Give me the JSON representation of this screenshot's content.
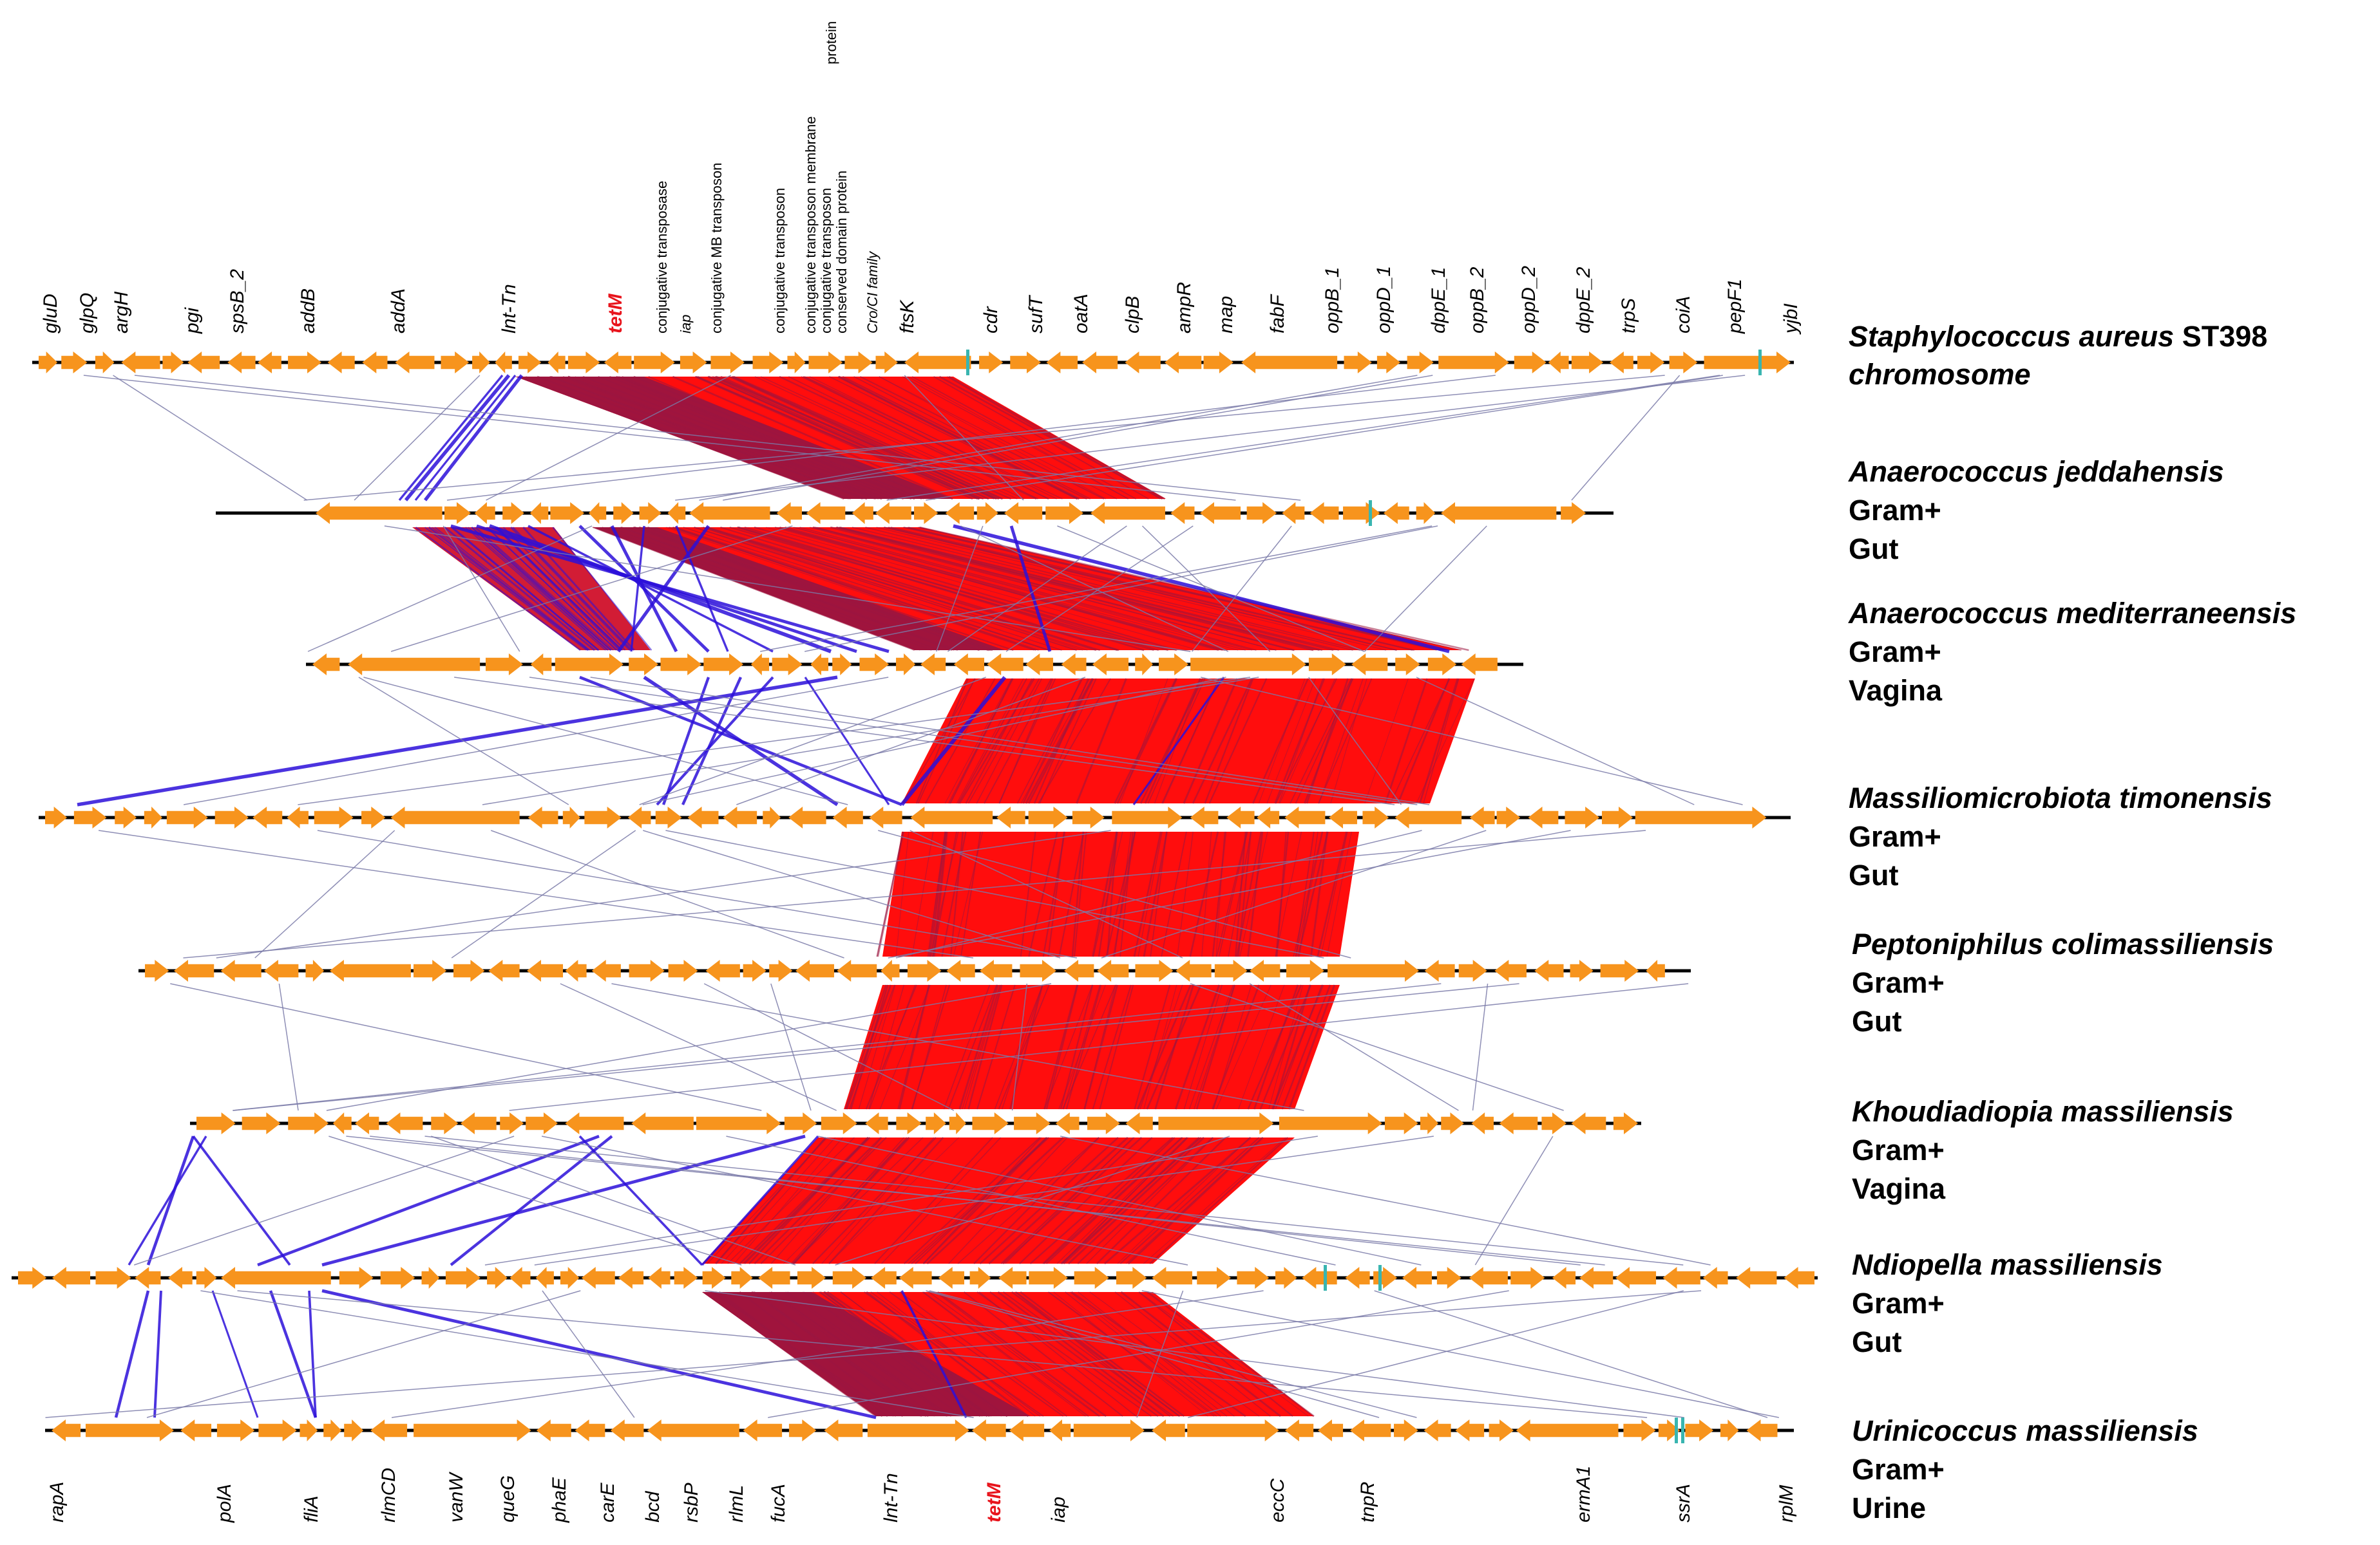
{
  "colors": {
    "gene": "#f7941d",
    "backbone": "#000000",
    "forward_match": "#ff0000",
    "forward_match_dark": "#9b1540",
    "inverted_match": "#2b0fd9",
    "weak_match": "#7a7aa8",
    "marker": "#39b5b0",
    "highlight_gene": "#e8141c"
  },
  "genomes": [
    {
      "name": "Staphylococcus aureus",
      "name_suffix": "ST398",
      "line2": "chromosome",
      "line3": ""
    },
    {
      "name": "Anaerococcus jeddahensis",
      "name_suffix": "",
      "line2": "Gram+",
      "line3": "Gut"
    },
    {
      "name": "Anaerococcus mediterraneensis",
      "name_suffix": "",
      "line2": "Gram+",
      "line3": "Vagina"
    },
    {
      "name": "Massiliomicrobiota timonensis",
      "name_suffix": "",
      "line2": "Gram+",
      "line3": "Gut"
    },
    {
      "name": "Peptoniphilus colimassiliensis",
      "name_suffix": "",
      "line2": "Gram+",
      "line3": "Gut"
    },
    {
      "name": "Khoudiadiopia massiliensis",
      "name_suffix": "",
      "line2": "Gram+",
      "line3": "Vagina"
    },
    {
      "name": "Ndiopella massiliensis",
      "name_suffix": "",
      "line2": "Gram+",
      "line3": "Gut"
    },
    {
      "name": "Urinicoccus massiliensis",
      "name_suffix": "",
      "line2": "Gram+",
      "line3": "Urine"
    }
  ],
  "top_gene_labels": [
    "gluD",
    "glpQ",
    "argH",
    "pgi",
    "spsB_2",
    "addB",
    "addA",
    "lnt-Tn",
    "tetM",
    "iap",
    "ftsK",
    "cdr",
    "sufT",
    "oatA",
    "clpB",
    "ampR",
    "map",
    "fabF",
    "oppB_1",
    "oppD_1",
    "dppE_1",
    "oppB_2",
    "oppD_2",
    "dppE_2",
    "trpS",
    "coiA",
    "pepF1",
    "yjbI"
  ],
  "top_annotations": [
    "conjugative  transposase",
    "conjugative  MB transposon",
    "conjugative  transposon",
    "conjugative transposon membrane",
    "conjugative transposon",
    "protein",
    "conserved domain protein",
    "Cro/CI family"
  ],
  "bottom_gene_labels": [
    "rapA",
    "polA",
    "fliA",
    "rlmCD",
    "vanW",
    "queG",
    "phaE",
    "carE",
    "bcd",
    "rsbP",
    "rlmL",
    "fucA",
    "lnt-Tn",
    "tetM",
    "iap",
    "eccC",
    "tnpR",
    "ermA1",
    "ssrA",
    "rplM"
  ],
  "highlight_gene": "tetM"
}
